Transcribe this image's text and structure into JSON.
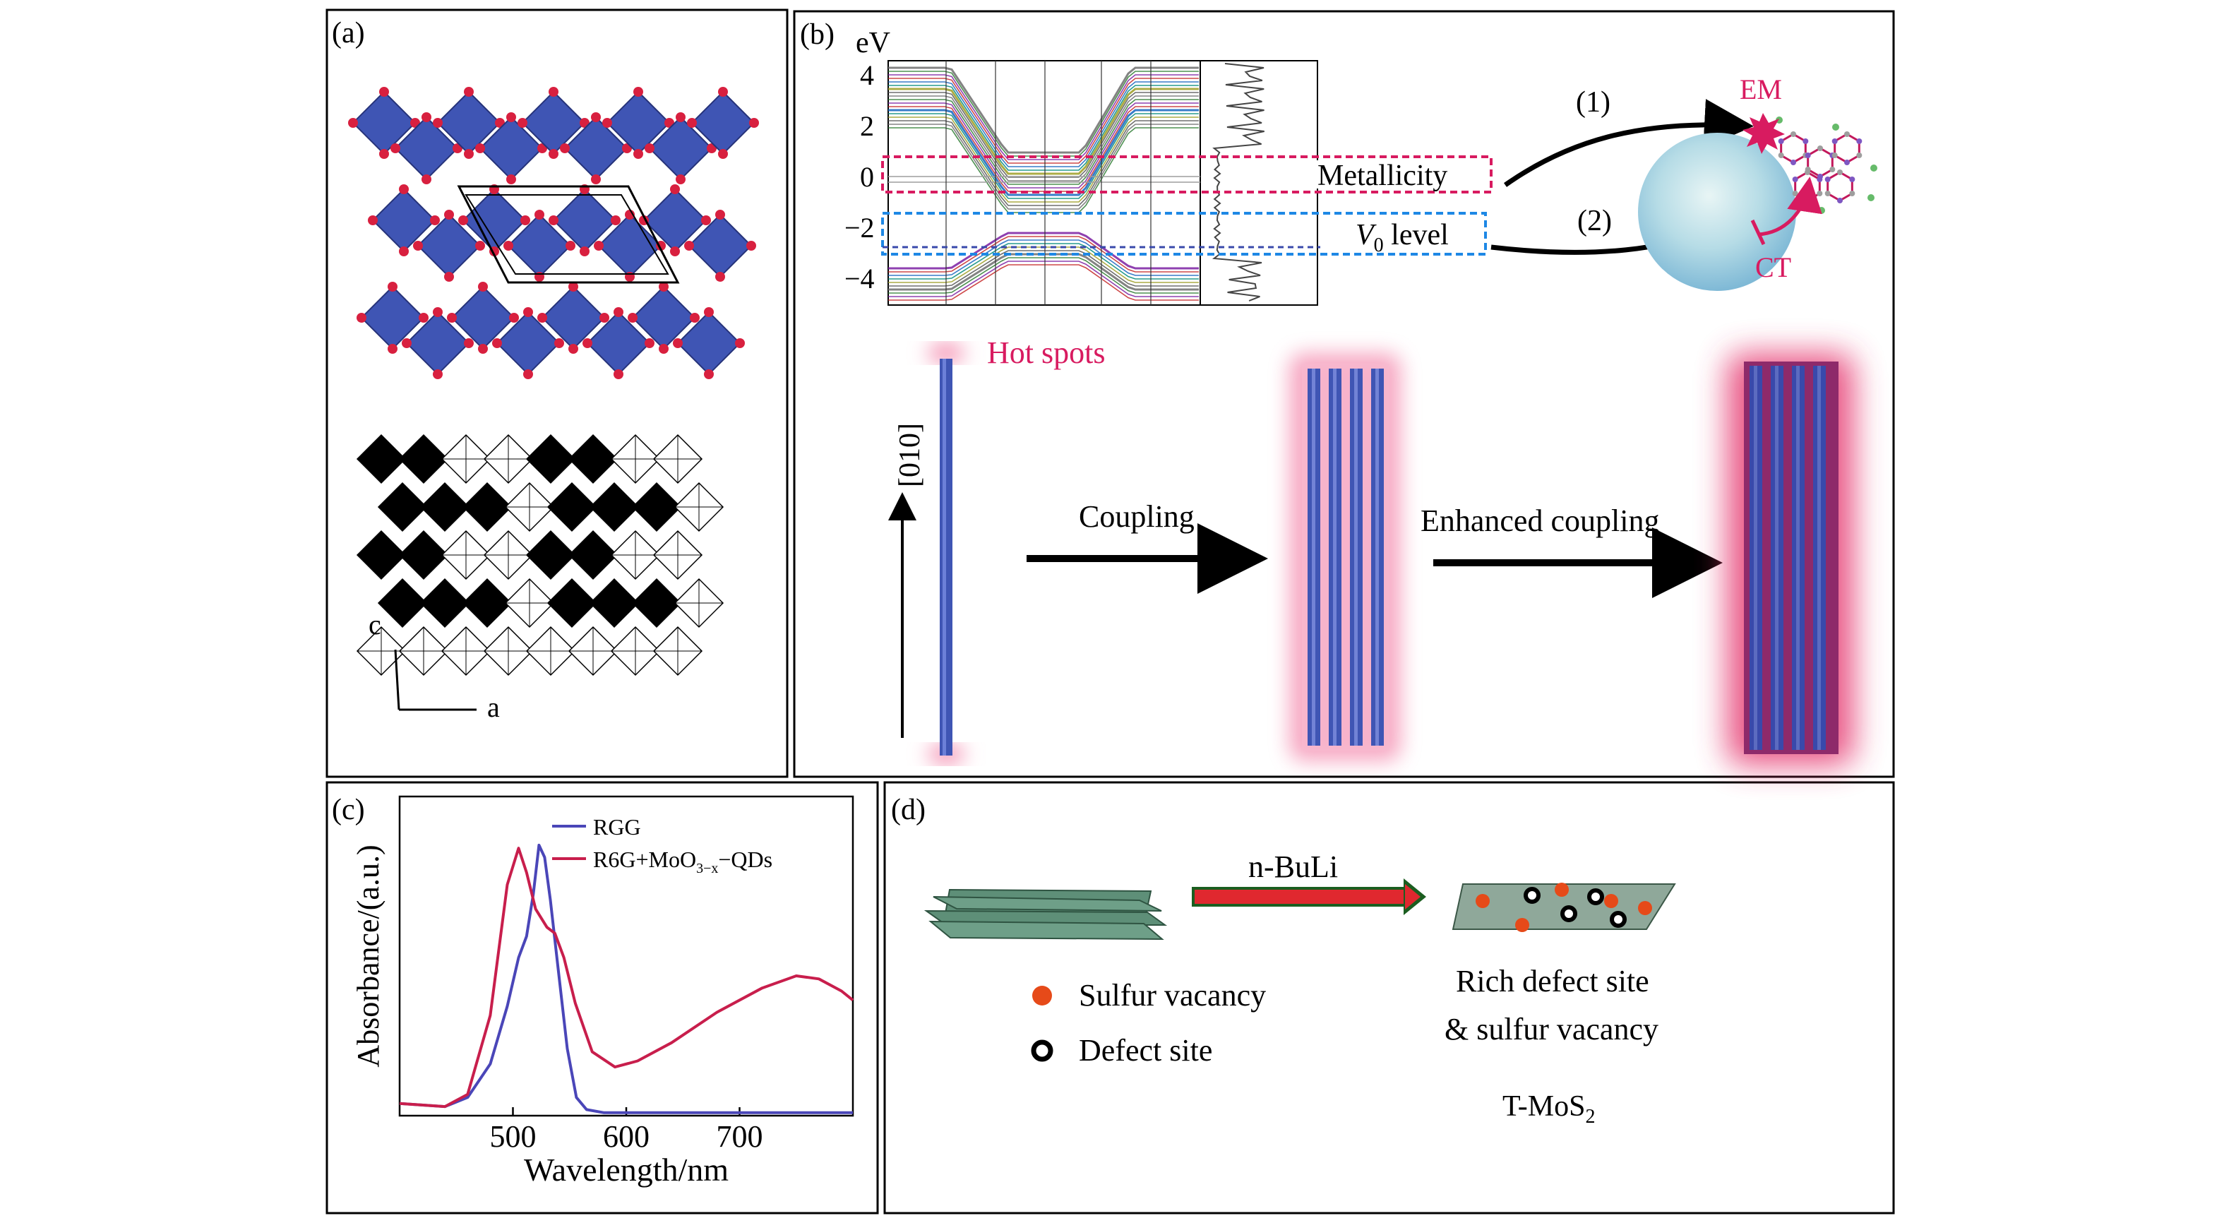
{
  "panels": {
    "a": {
      "label": "(a)",
      "axis_c": "c",
      "axis_a": "a"
    },
    "b": {
      "label": "(b)",
      "band": {
        "unit": "eV",
        "ticks": [
          "4",
          "2",
          "0",
          "−2",
          "−4"
        ]
      },
      "metallicity": "Metallicity",
      "v0_sym": "V",
      "v0_sub": "0",
      "v0_rest": " level",
      "path1": "(1)",
      "path2": "(2)",
      "em": "EM",
      "ct": "CT",
      "hot_spots": "Hot spots",
      "direction": "[010]",
      "coupling": "Coupling",
      "enhanced": "Enhanced coupling"
    },
    "c": {
      "label": "(c)"
    },
    "d": {
      "label": "(d)",
      "reagent": "n-BuLi",
      "legend_sulfur": "Sulfur vacancy",
      "legend_defect": "Defect site",
      "rich_line1": "Rich defect site",
      "rich_line2": "& sulfur vacancy",
      "product_main": "T-MoS",
      "product_sub": "2"
    }
  },
  "colors": {
    "blue_block": "#3f55b4",
    "red_atom": "#d8203f",
    "magenta": "#d81b60",
    "dashed_blue": "#1e88e5",
    "green_sheet": "#5e8f78",
    "arrow_red": "#e0282f",
    "rgg_line": "#4a46b8",
    "r6g_line": "#c81e4c"
  },
  "chart_data": {
    "type": "line",
    "xlabel": "Wavelength/nm",
    "ylabel": "Absorbance/(a.u.)",
    "xlim": [
      400,
      800
    ],
    "ylim": [
      0,
      1.05
    ],
    "x_ticks": [
      "500",
      "600",
      "700"
    ],
    "legend_position": "top-right",
    "series": [
      {
        "name": "RGG",
        "color": "#4a46b8",
        "x": [
          400,
          440,
          460,
          480,
          495,
          505,
          512,
          518,
          523,
          528,
          533,
          540,
          548,
          556,
          565,
          580,
          600,
          650,
          700,
          750,
          800
        ],
        "y": [
          0.04,
          0.03,
          0.06,
          0.17,
          0.36,
          0.52,
          0.59,
          0.73,
          0.89,
          0.85,
          0.71,
          0.48,
          0.22,
          0.06,
          0.02,
          0.01,
          0.01,
          0.01,
          0.01,
          0.01,
          0.01
        ]
      },
      {
        "name": "R6G+MoO3−x−QDs",
        "name_main": "R6G+MoO",
        "name_sub": "3−x",
        "name_tail": "−QDs",
        "color": "#c81e4c",
        "x": [
          400,
          440,
          460,
          480,
          495,
          505,
          512,
          520,
          530,
          537,
          545,
          555,
          570,
          590,
          610,
          640,
          680,
          720,
          750,
          770,
          790,
          800
        ],
        "y": [
          0.04,
          0.03,
          0.07,
          0.33,
          0.76,
          0.88,
          0.8,
          0.68,
          0.62,
          0.6,
          0.52,
          0.37,
          0.21,
          0.16,
          0.18,
          0.24,
          0.34,
          0.42,
          0.46,
          0.45,
          0.41,
          0.38
        ]
      }
    ]
  }
}
